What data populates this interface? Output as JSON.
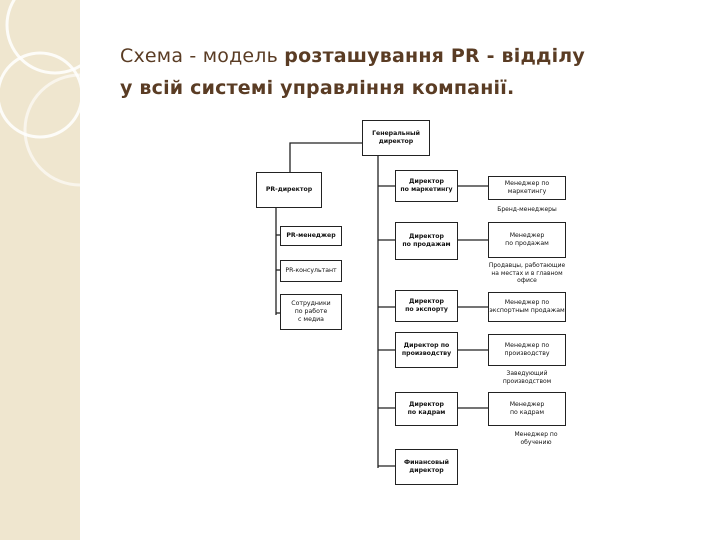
{
  "slide": {
    "title_regular": "Схема - модель ",
    "title_bold_line1": "розташування PR - відділу",
    "title_bold_line2": "у всій системі управління компанії."
  },
  "org_chart": {
    "ceo": "Генеральный\nдиректор",
    "pr_director": "PR-директор",
    "pr_manager": "PR-менеджер",
    "pr_consultant": "PR-консультант",
    "media_staff": "Сотрудники\nпо работе\nс медиа",
    "dir_marketing": "Директор\nпо маркетингу",
    "dir_sales": "Директор\nпо продажам",
    "dir_export": "Директор\nпо экспорту",
    "dir_production": "Директор по\nпроизводству",
    "dir_hr": "Директор\nпо кадрам",
    "dir_finance": "Финансовый\nдиректор",
    "mgr_marketing": "Менеджер по\nмаркетингу",
    "brand_managers": "Бренд-менеджеры",
    "mgr_sales": "Менеджер\nпо продажам",
    "sales_staff": "Продавцы, работающие\nна местах и в главном\nофисе",
    "mgr_export": "Менеджер по\nэкспортным продажам",
    "mgr_production": "Менеджер по\nпроизводству",
    "production_heads": "Заведующий\nпроизводством",
    "mgr_hr": "Менеджер\nпо кадрам",
    "mgr_training": "Менеджер по\nобучению"
  }
}
